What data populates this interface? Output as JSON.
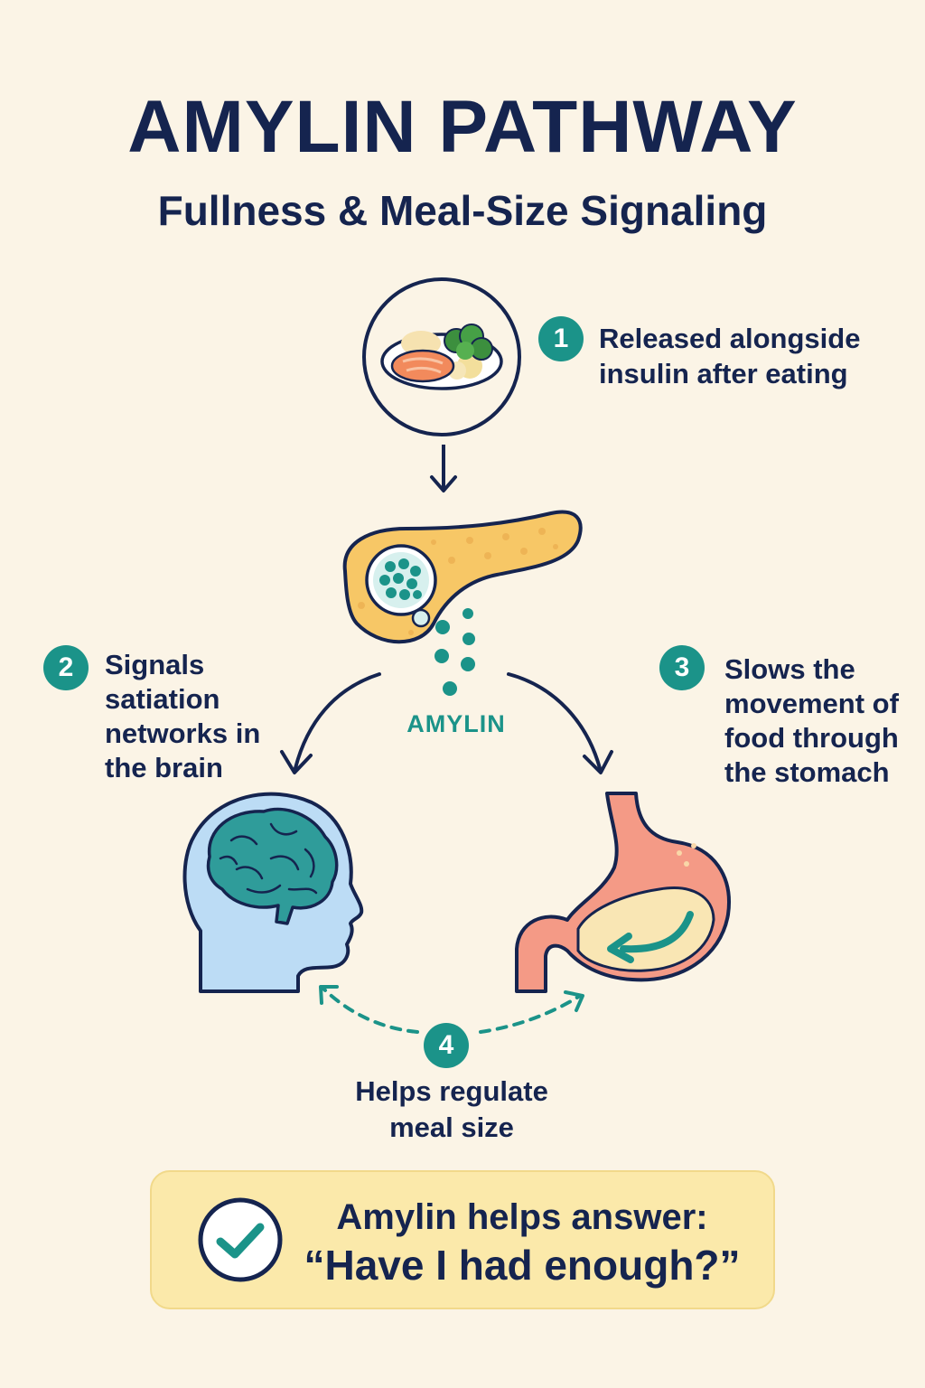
{
  "header": {
    "title": "AMYLIN PATHWAY",
    "subtitle": "Fullness & Meal-Size Signaling"
  },
  "steps": [
    {
      "number": "1",
      "text": "Released alongside insulin after eating",
      "lines": [
        "Released alongside",
        "insulin after eating"
      ]
    },
    {
      "number": "2",
      "text": "Signals satiation networks in the brain",
      "lines": [
        "Signals",
        "satiation",
        "networks in",
        "the brain"
      ]
    },
    {
      "number": "3",
      "text": "Slows the movement of food through the stomach",
      "lines": [
        "Slows the",
        "movement of",
        "food through",
        "the stomach"
      ]
    },
    {
      "number": "4",
      "text": "Helps regulate meal size",
      "lines": [
        "Helps regulate",
        "meal size"
      ]
    }
  ],
  "hormone_label": "AMYLIN",
  "takeaway": {
    "line1": "Amylin helps answer:",
    "line2": "“Have I had enough?”"
  },
  "icons": [
    "meal-plate-icon",
    "pancreas-icon",
    "brain-head-icon",
    "stomach-icon",
    "checkmark-icon"
  ],
  "colors": {
    "background": "#fbf4e6",
    "navy": "#15244f",
    "teal": "#1b9389",
    "pancreas": "#f7c766",
    "stomach": "#f49a86",
    "head": "#bcdcf5",
    "brain": "#2f9c9a",
    "takeaway_bg": "#fbe9aa"
  }
}
